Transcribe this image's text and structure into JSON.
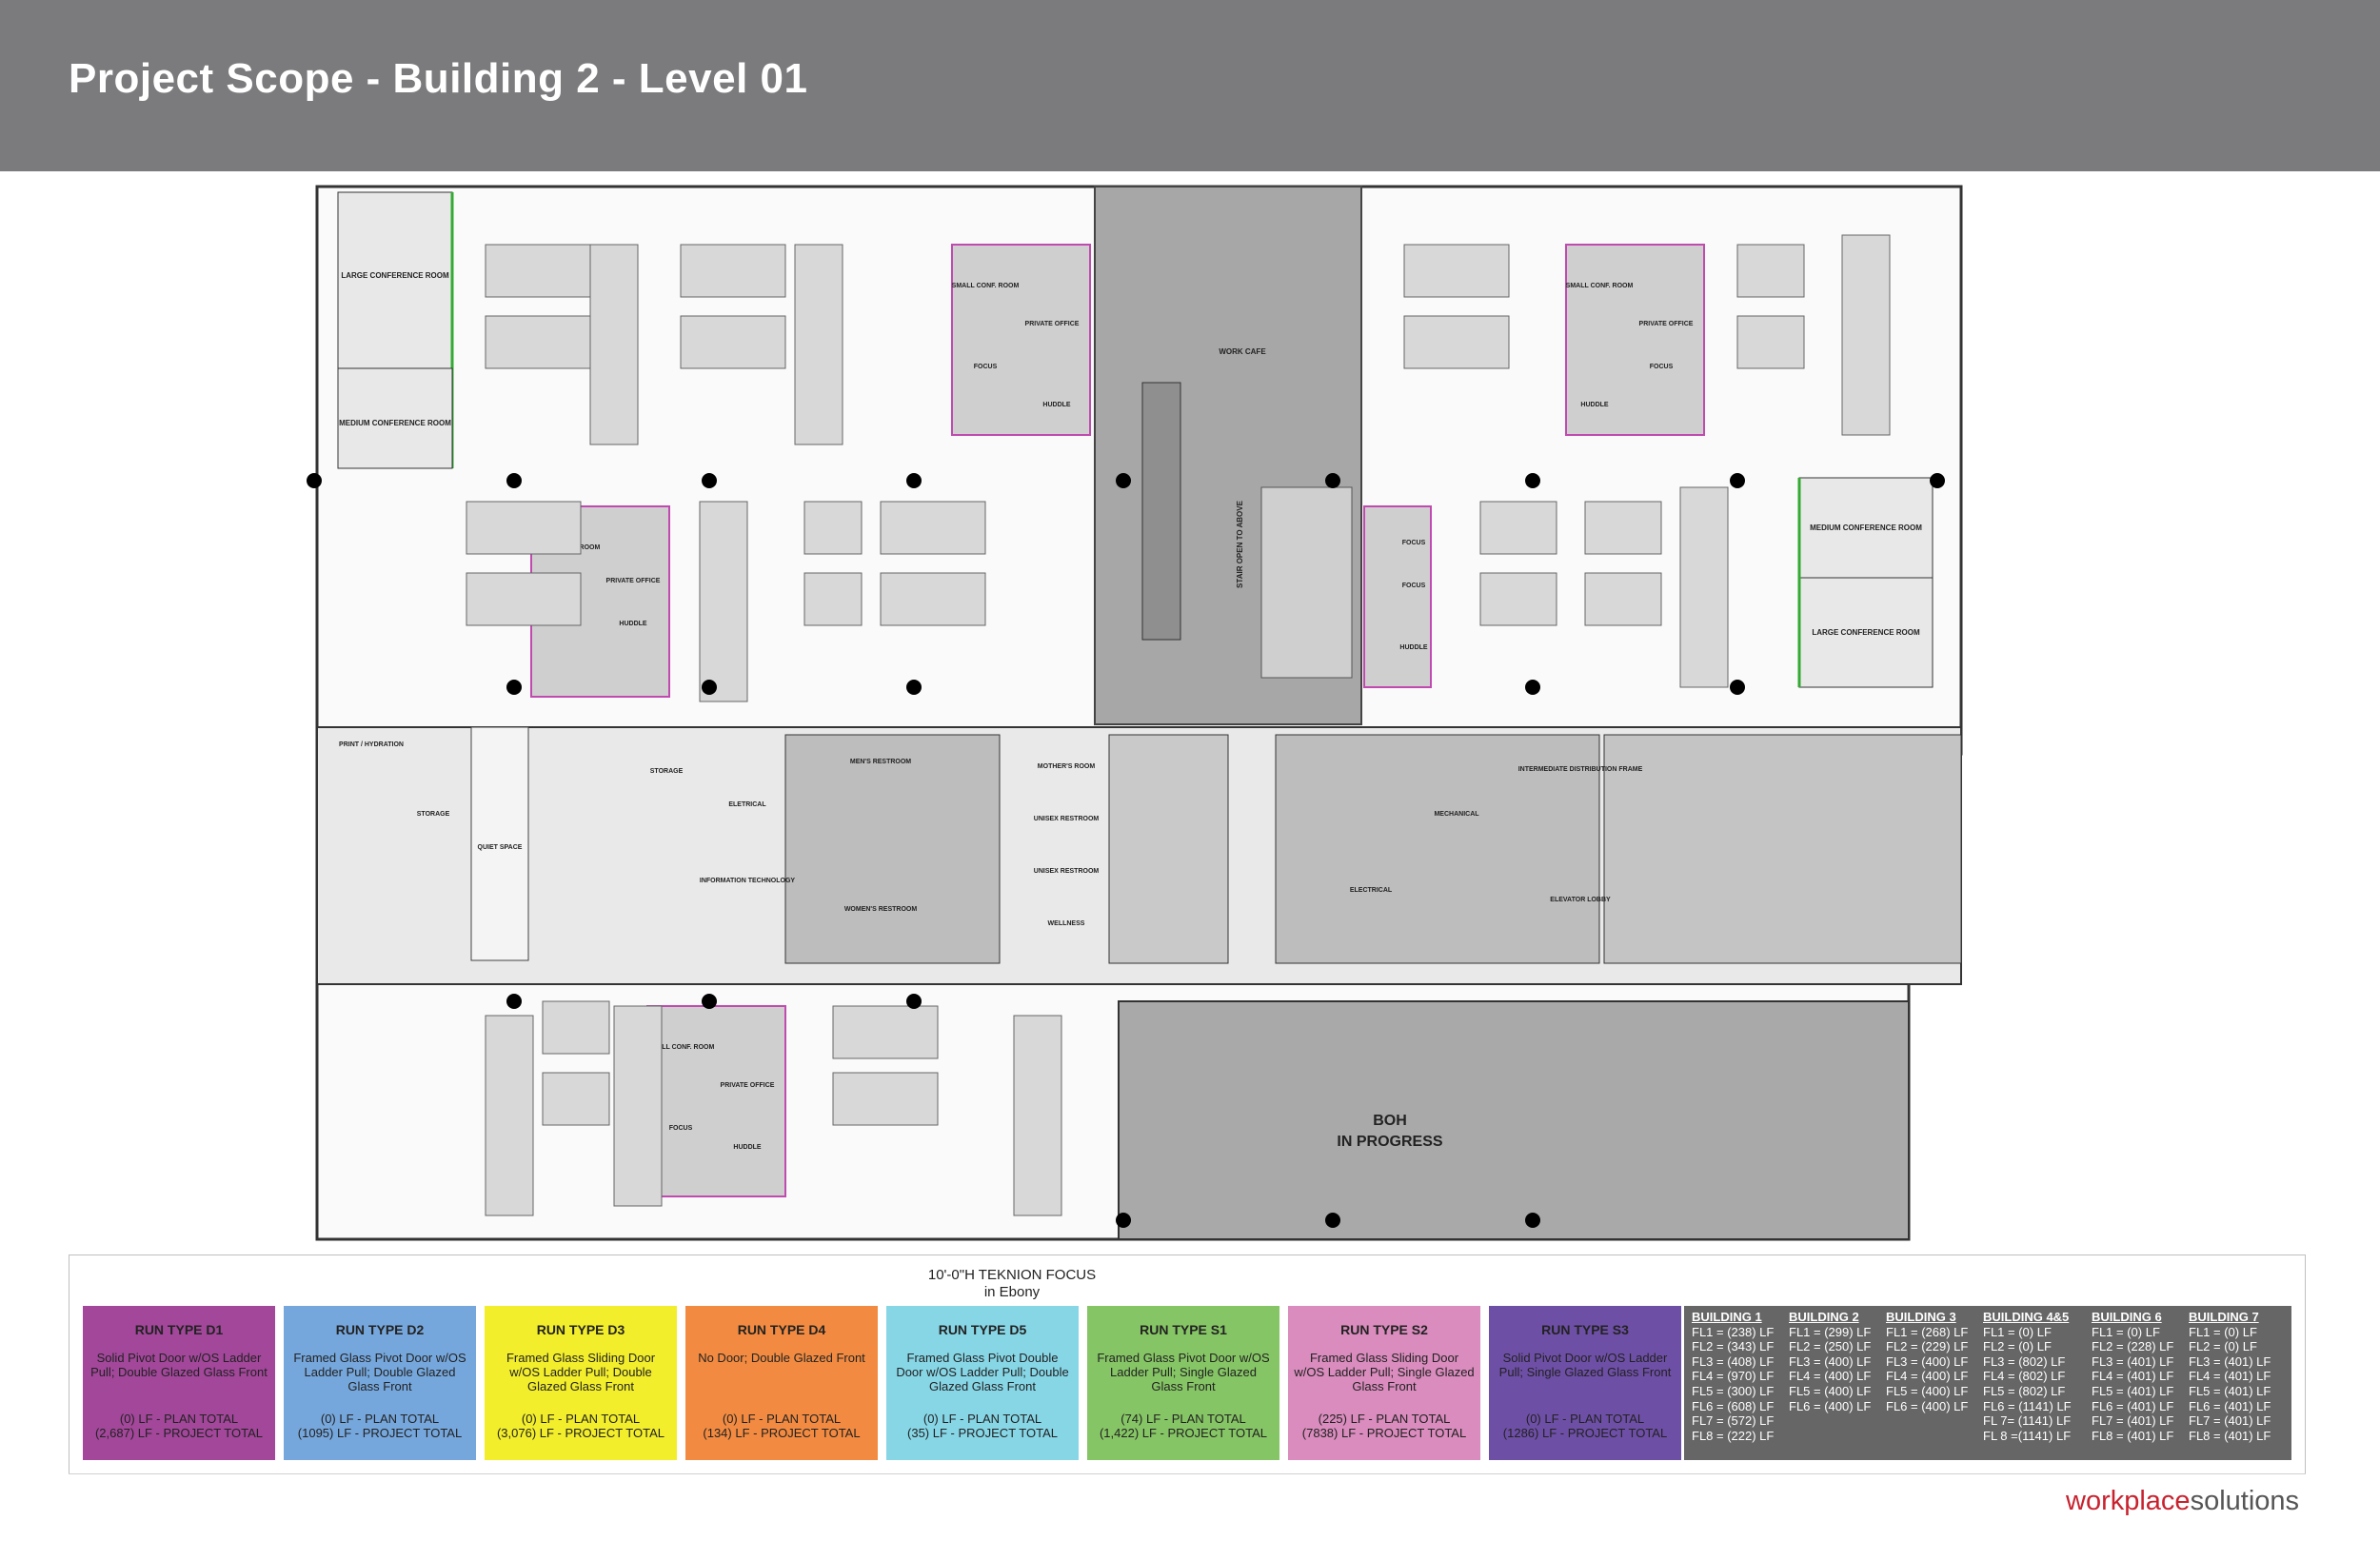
{
  "header": {
    "title": "Project Scope - Building 2 - Level 01"
  },
  "plan": {
    "rooms": {
      "large_conf_1": "LARGE CONFERENCE ROOM",
      "medium_conf_1": "MEDIUM CONFERENCE ROOM",
      "small_conf": "SMALL CONF. ROOM",
      "private_office": "PRIVATE OFFICE",
      "focus": "FOCUS",
      "huddle": "HUDDLE",
      "work_cafe": "WORK CAFE",
      "stair_open": "STAIR OPEN TO ABOVE",
      "medium_conf_2": "MEDIUM CONFERENCE ROOM",
      "large_conf_2": "LARGE CONFERENCE ROOM",
      "print": "PRINT / HYDRATION",
      "storage": "STORAGE",
      "quiet_space": "QUIET SPACE",
      "electrical": "ELETRICAL",
      "electrical_2": "ELECTRICAL",
      "info_tech": "INFORMATION TECHNOLOGY",
      "mens_restroom": "MEN'S RESTROOM",
      "womens_restroom": "WOMEN'S RESTROOM",
      "mothers_room": "MOTHER'S ROOM",
      "unisex_restroom": "UNISEX RESTROOM",
      "wellness": "WELLNESS",
      "mechanical": "MECHANICAL",
      "idf": "INTERMEDIATE DISTRIBUTION FRAME",
      "elevator_lobby": "ELEVATOR LOBBY",
      "boh": "BOH",
      "in_progress": "IN PROGRESS"
    }
  },
  "legend": {
    "caption_line1": "10'-0\"H TEKNION FOCUS",
    "caption_line2": "in Ebony",
    "runs": [
      {
        "type": "RUN TYPE D1",
        "desc": "Solid Pivot Door w/OS Ladder Pull; Double Glazed Glass Front",
        "plan_total": "(0) LF - PLAN TOTAL",
        "project_total": "(2,687) LF - PROJECT TOTAL",
        "color": "#a2479a"
      },
      {
        "type": "RUN TYPE D2",
        "desc": "Framed Glass Pivot Door w/OS Ladder Pull; Double Glazed Glass Front",
        "plan_total": "(0) LF - PLAN TOTAL",
        "project_total": "(1095) LF - PROJECT TOTAL",
        "color": "#76a7dc"
      },
      {
        "type": "RUN TYPE D3",
        "desc": "Framed Glass Sliding Door w/OS Ladder Pull; Double Glazed Glass Front",
        "plan_total": "(0) LF - PLAN TOTAL",
        "project_total": "(3,076) LF - PROJECT TOTAL",
        "color": "#f3ee2b"
      },
      {
        "type": "RUN TYPE D4",
        "desc": "No Door; Double Glazed Front",
        "plan_total": "(0) LF - PLAN TOTAL",
        "project_total": "(134) LF - PROJECT TOTAL",
        "color": "#f28b41"
      },
      {
        "type": "RUN TYPE D5",
        "desc": "Framed Glass Pivot Double Door w/OS Ladder Pull; Double Glazed Glass Front",
        "plan_total": "(0) LF - PLAN TOTAL",
        "project_total": "(35) LF - PROJECT TOTAL",
        "color": "#87d6e6"
      },
      {
        "type": "RUN TYPE S1",
        "desc": "Framed Glass Pivot Door w/OS Ladder Pull; Single Glazed Glass Front",
        "plan_total": "(74) LF - PLAN TOTAL",
        "project_total": "(1,422) LF - PROJECT TOTAL",
        "color": "#86c565"
      },
      {
        "type": "RUN TYPE S2",
        "desc": "Framed Glass Sliding Door w/OS Ladder Pull; Single Glazed Glass Front",
        "plan_total": "(225) LF - PLAN TOTAL",
        "project_total": "(7838) LF - PROJECT TOTAL",
        "color": "#d98cbd"
      },
      {
        "type": "RUN TYPE S3",
        "desc": "Solid Pivot Door w/OS Ladder Pull; Single Glazed Glass Front",
        "plan_total": "(0) LF - PLAN TOTAL",
        "project_total": "(1286) LF - PROJECT TOTAL",
        "color": "#6e4fa6"
      }
    ],
    "buildings": [
      {
        "name": "BUILDING 1",
        "rows": [
          "FL1 = (238) LF",
          "FL2 = (343) LF",
          "FL3 = (408) LF",
          "FL4 = (970) LF",
          "FL5 = (300) LF",
          "FL6 = (608) LF",
          "FL7 = (572) LF",
          "FL8 = (222) LF"
        ]
      },
      {
        "name": "BUILDING 2",
        "rows": [
          "FL1 = (299) LF",
          "FL2 = (250) LF",
          "FL3 = (400) LF",
          "FL4 = (400) LF",
          "FL5 = (400) LF",
          "FL6 = (400) LF"
        ]
      },
      {
        "name": "BUILDING 3",
        "rows": [
          "FL1 = (268) LF",
          "FL2 = (229) LF",
          "FL3 = (400) LF",
          "FL4 = (400) LF",
          "FL5 = (400) LF",
          "FL6 = (400) LF"
        ]
      },
      {
        "name": "BUILDING 4&5",
        "rows": [
          "FL1 = (0) LF",
          "FL2 = (0) LF",
          "FL3 = (802) LF",
          "FL4 = (802) LF",
          "FL5 = (802) LF",
          "FL6 = (1141) LF",
          "FL 7= (1141) LF",
          "FL 8 =(1141) LF"
        ]
      },
      {
        "name": "BUILDING 6",
        "rows": [
          "FL1 = (0) LF",
          "FL2 = (228) LF",
          "FL3 = (401) LF",
          "FL4 = (401) LF",
          "FL5 = (401) LF",
          "FL6 = (401) LF",
          "FL7 = (401) LF",
          "FL8 = (401) LF"
        ]
      },
      {
        "name": "BUILDING 7",
        "rows": [
          "FL1 = (0) LF",
          "FL2 = (0) LF",
          "FL3 = (401) LF",
          "FL4 = (401) LF",
          "FL5 = (401) LF",
          "FL6 = (401) LF",
          "FL7 = (401) LF",
          "FL8 = (401) LF"
        ]
      }
    ]
  },
  "footer": {
    "logo_a": "workplace",
    "logo_b": "solutions"
  }
}
